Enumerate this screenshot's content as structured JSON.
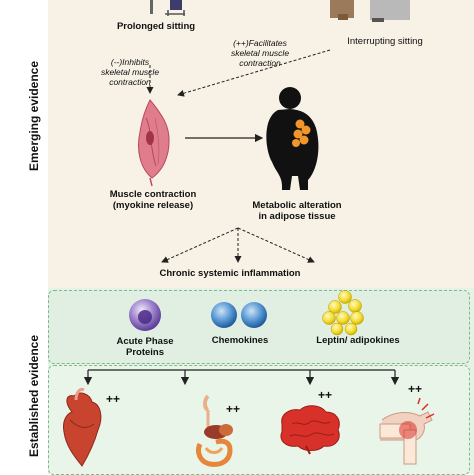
{
  "sections": {
    "emerging": "Emerging evidence",
    "established": "Established evidence"
  },
  "top": {
    "prolonged_sitting": "Prolonged sitting",
    "interrupting_sitting": "Interrupting sitting",
    "inhibits_note": [
      "(--)Inhibits",
      "skeletal muscle",
      "contraction"
    ],
    "facilitates_note": [
      "(++)Facilitates",
      "skeletal muscle",
      "contraction"
    ]
  },
  "middle": {
    "muscle": [
      "Muscle contraction",
      "(myokine release)"
    ],
    "metabolic": [
      "Metabolic alteration",
      "in adipose tissue"
    ],
    "inflammation": "Chronic systemic inflammation"
  },
  "markers": {
    "acute": [
      "Acute Phase",
      "Proteins"
    ],
    "chemokines": "Chemokines",
    "leptin": "Leptin/ adipokines"
  },
  "outcomes": {
    "plus_signs": [
      "++",
      "++",
      "++",
      "++"
    ]
  },
  "colors": {
    "emerging_bg": "#f7f1e6",
    "established_bg": "#e5f2e6",
    "dashed_border": "#7db98a",
    "muscle": "#d36a7a",
    "fat": "#f2962b",
    "heart": "#c8442f",
    "brain": "#d8312a",
    "blue_cell": "#3f7fc0",
    "purple_cell": "#8a6bb8",
    "yellow_cell": "#f2d627"
  }
}
